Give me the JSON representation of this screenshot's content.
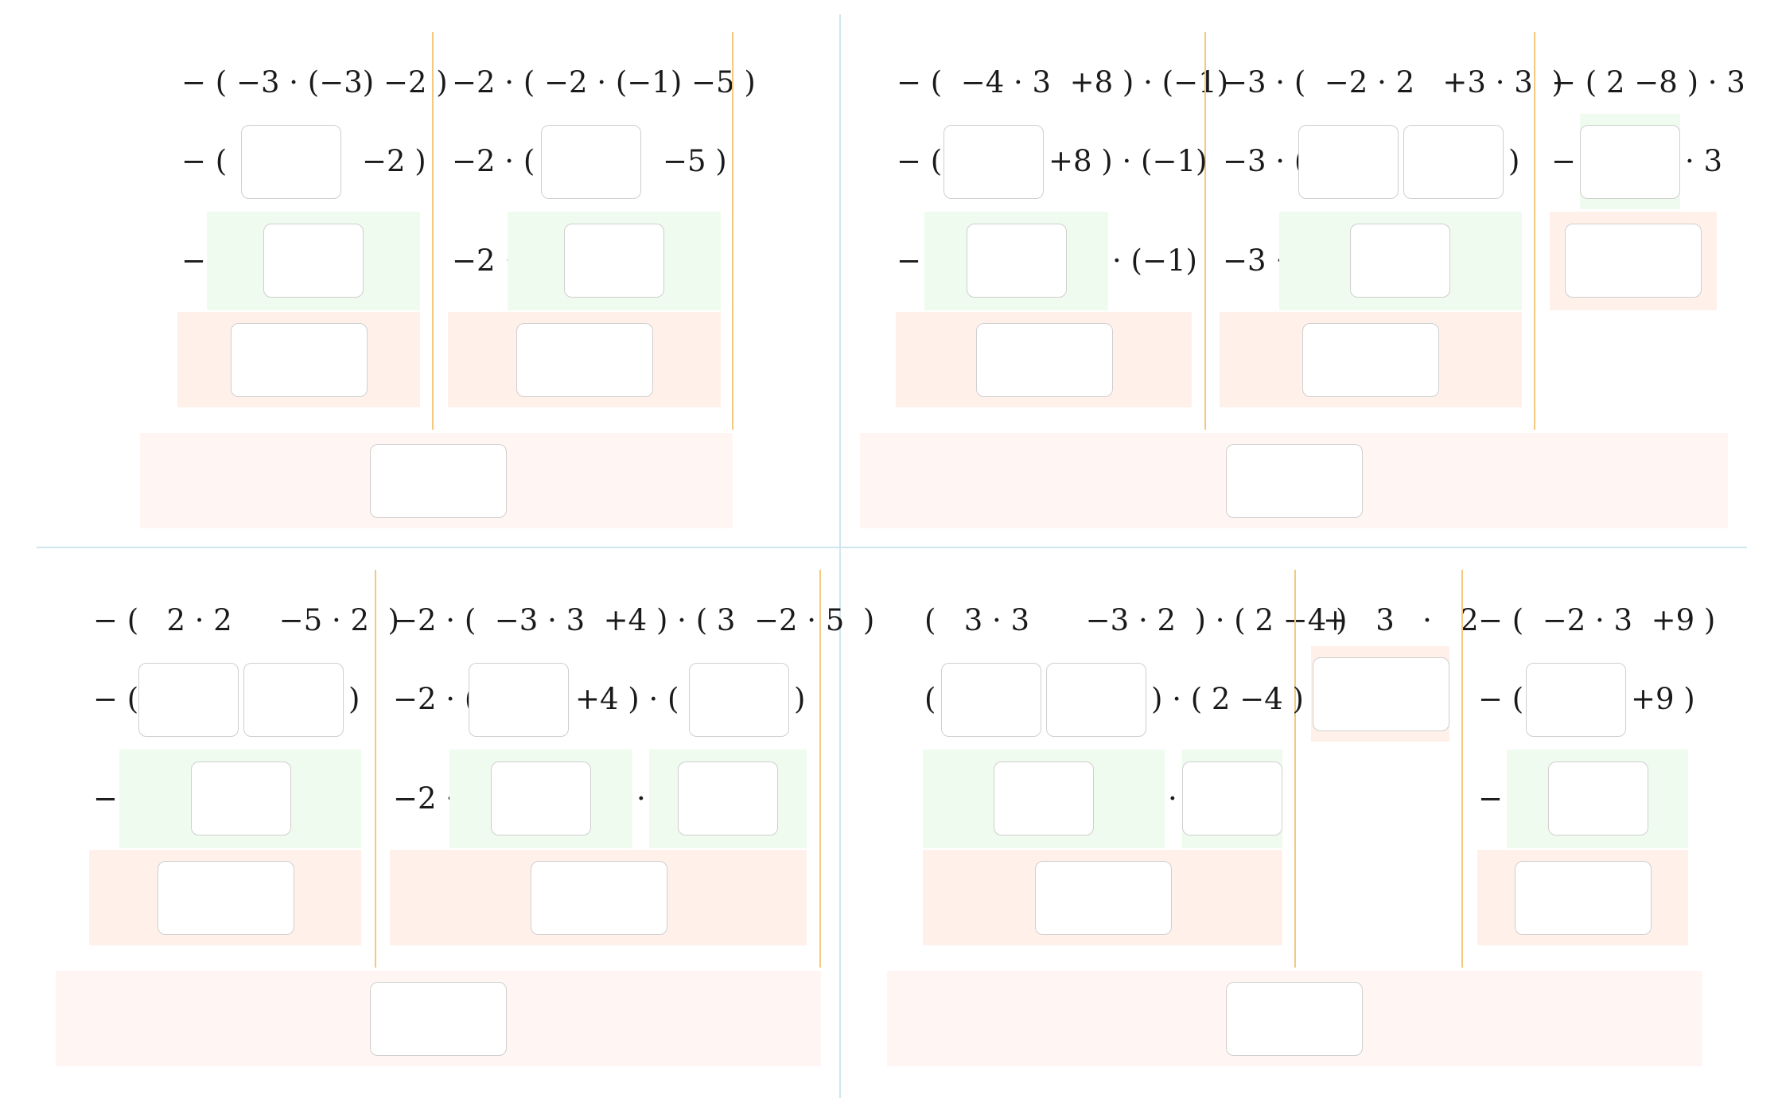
{
  "q1": {
    "expr1": "− ( −3 · (−3) −2 )",
    "expr2": "−2 · ( −2 · (−1) −5 )",
    "r2a_pre": "− (",
    "r2a_post": "−2 )",
    "r2b_pre": "−2 · (",
    "r2b_post": "−5 )",
    "r3a_pre": "−",
    "r3b_pre": "−2 ·"
  },
  "q2": {
    "expr1": "− (  −4 · 3  +8 ) · (−1)",
    "expr2": "−3 · (  −2 · 2   +3 · 3  )",
    "expr3": "− ( 2 −8 ) · 3",
    "r2a_pre": "− (",
    "r2a_post": "+8 ) · (−1)",
    "r2b_pre": "−3 · (",
    "r2b_post": ")",
    "r2c_pre": "−",
    "r2c_post": "· 3",
    "r3a_pre": "−",
    "r3a_post": "· (−1)",
    "r3b_pre": "−3 ·"
  },
  "q3": {
    "expr1": "− (   2 · 2     −5 · 2  )",
    "expr2": "−2 · (  −3 · 3  +4 ) · ( 3  −2 · 5  )",
    "r2a_pre": "− (",
    "r2a_post": ")",
    "r2b_pre": "−2 · (",
    "r2b_mid": "+4 ) · ( 3",
    "r2b_post": ")",
    "r3a_pre": "−",
    "r3b_pre": "−2 ·",
    "r3b_mid": "·"
  },
  "q4": {
    "expr1": "(   3 · 3      −3 · 2  ) · ( 2 −4 )",
    "expr2": "+   3   ·   2",
    "expr3": "− (  −2 · 3  +9 )",
    "r2a_pre": "(",
    "r2a_post": ") · ( 2 −4 )",
    "r2c_pre": "− (",
    "r2c_post": "+9 )",
    "r3a_mid": "·",
    "r3c_pre": "−"
  },
  "colors": {
    "step_fill": "#effbee",
    "result_fill": "#fff1ea",
    "final_fill": "#fff6f3",
    "column_divider": "#f3c97d",
    "quadrant_divider": "#cfe6ef"
  }
}
